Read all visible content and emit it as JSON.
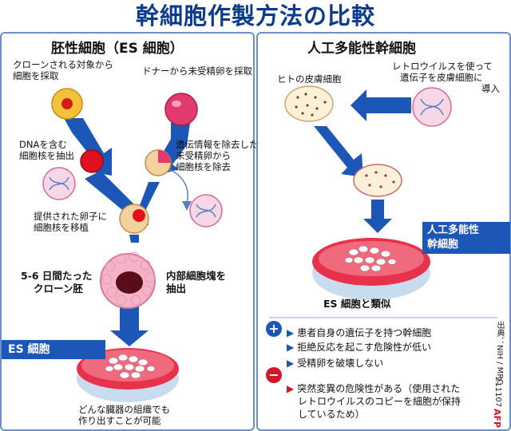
{
  "title": "幹細胞作製方法の比較",
  "left": {
    "heading": "胚性細胞（ES 細胞）",
    "steps": {
      "clone_source": [
        "クローンされる対象から",
        "細胞を採取"
      ],
      "donor": "ドナーから未受精卵を採取",
      "dna_extract": [
        "DNAを含む",
        "細胞核を抽出"
      ],
      "remove_nucleus": [
        "遺伝情報を除去した",
        "未受精卵から",
        "細胞核を除去"
      ],
      "transplant": [
        "提供された卵子に",
        "細胞核を移植"
      ],
      "embryo": [
        "5-6 日間たった",
        "クローン胚"
      ],
      "inner_mass": [
        "内部細胞塊を",
        "抽出"
      ],
      "result_label": "ES 細胞",
      "caption": [
        "どんな臓器の組織でも",
        "作り出すことが可能"
      ]
    }
  },
  "right": {
    "heading": "人工多能性幹細胞",
    "steps": {
      "skin": "ヒトの皮膚細胞",
      "retro": [
        "レトロウイルスを使って",
        "遺伝子を皮膚細胞に",
        "導入"
      ],
      "result_label": [
        "人工多能性",
        "幹細胞"
      ],
      "similar": "ES 細胞と類似"
    },
    "pros": {
      "sign": "+",
      "items": [
        "患者自身の遺伝子を持つ幹細胞",
        "拒絶反応を起こす危険性が低い",
        "受精卵を破壊しない"
      ]
    },
    "cons": {
      "sign": "−",
      "items": [
        "突然変異の危険性がある（使用された",
        "レトロウイルスのコピーを細胞が保持",
        "しているため）"
      ]
    }
  },
  "credits": {
    "date_code": "211107",
    "source": "出典：NIH / MRC",
    "agency": "AFP"
  },
  "colors": {
    "title": "#0b3b8f",
    "arrow": "#1c57b8",
    "dish": "#e8324b",
    "egg": "#e23a6d",
    "box": "#1c57b8"
  }
}
